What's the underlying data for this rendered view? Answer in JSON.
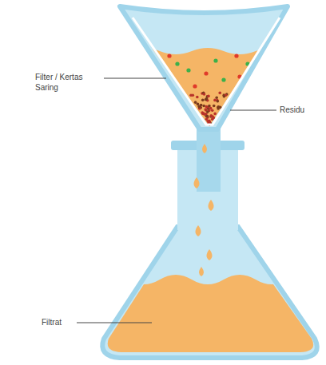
{
  "diagram": {
    "labels": [
      "Filter / Kertas Saring",
      "Residu",
      "Filtrat"
    ]
  }
}
